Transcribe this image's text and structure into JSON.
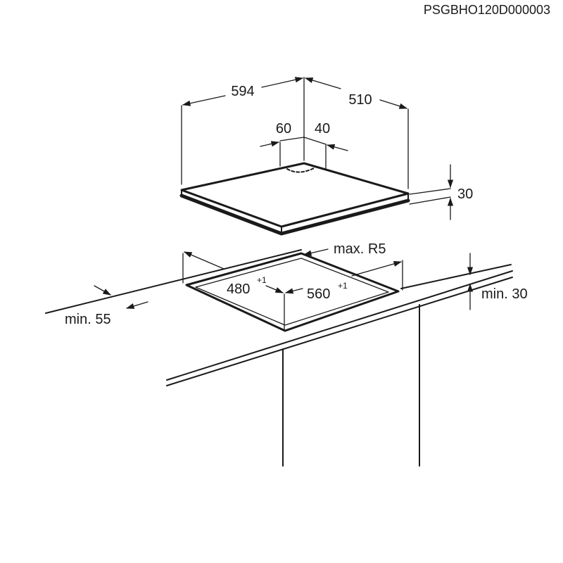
{
  "drawing_code": "PSGBHO120D000003",
  "dimensions": {
    "hob_width": "594",
    "hob_depth": "510",
    "inlet_offset_left": "60",
    "inlet_offset_right": "40",
    "hob_height": "30",
    "corner_radius": "max. R5",
    "cutout_depth": "480",
    "cutout_depth_tolerance": "+1",
    "cutout_width": "560",
    "cutout_width_tolerance": "+1",
    "front_clearance": "min. 55",
    "below_clearance": "min. 30"
  },
  "colors": {
    "line": "#1a1a1a",
    "background": "#ffffff"
  }
}
